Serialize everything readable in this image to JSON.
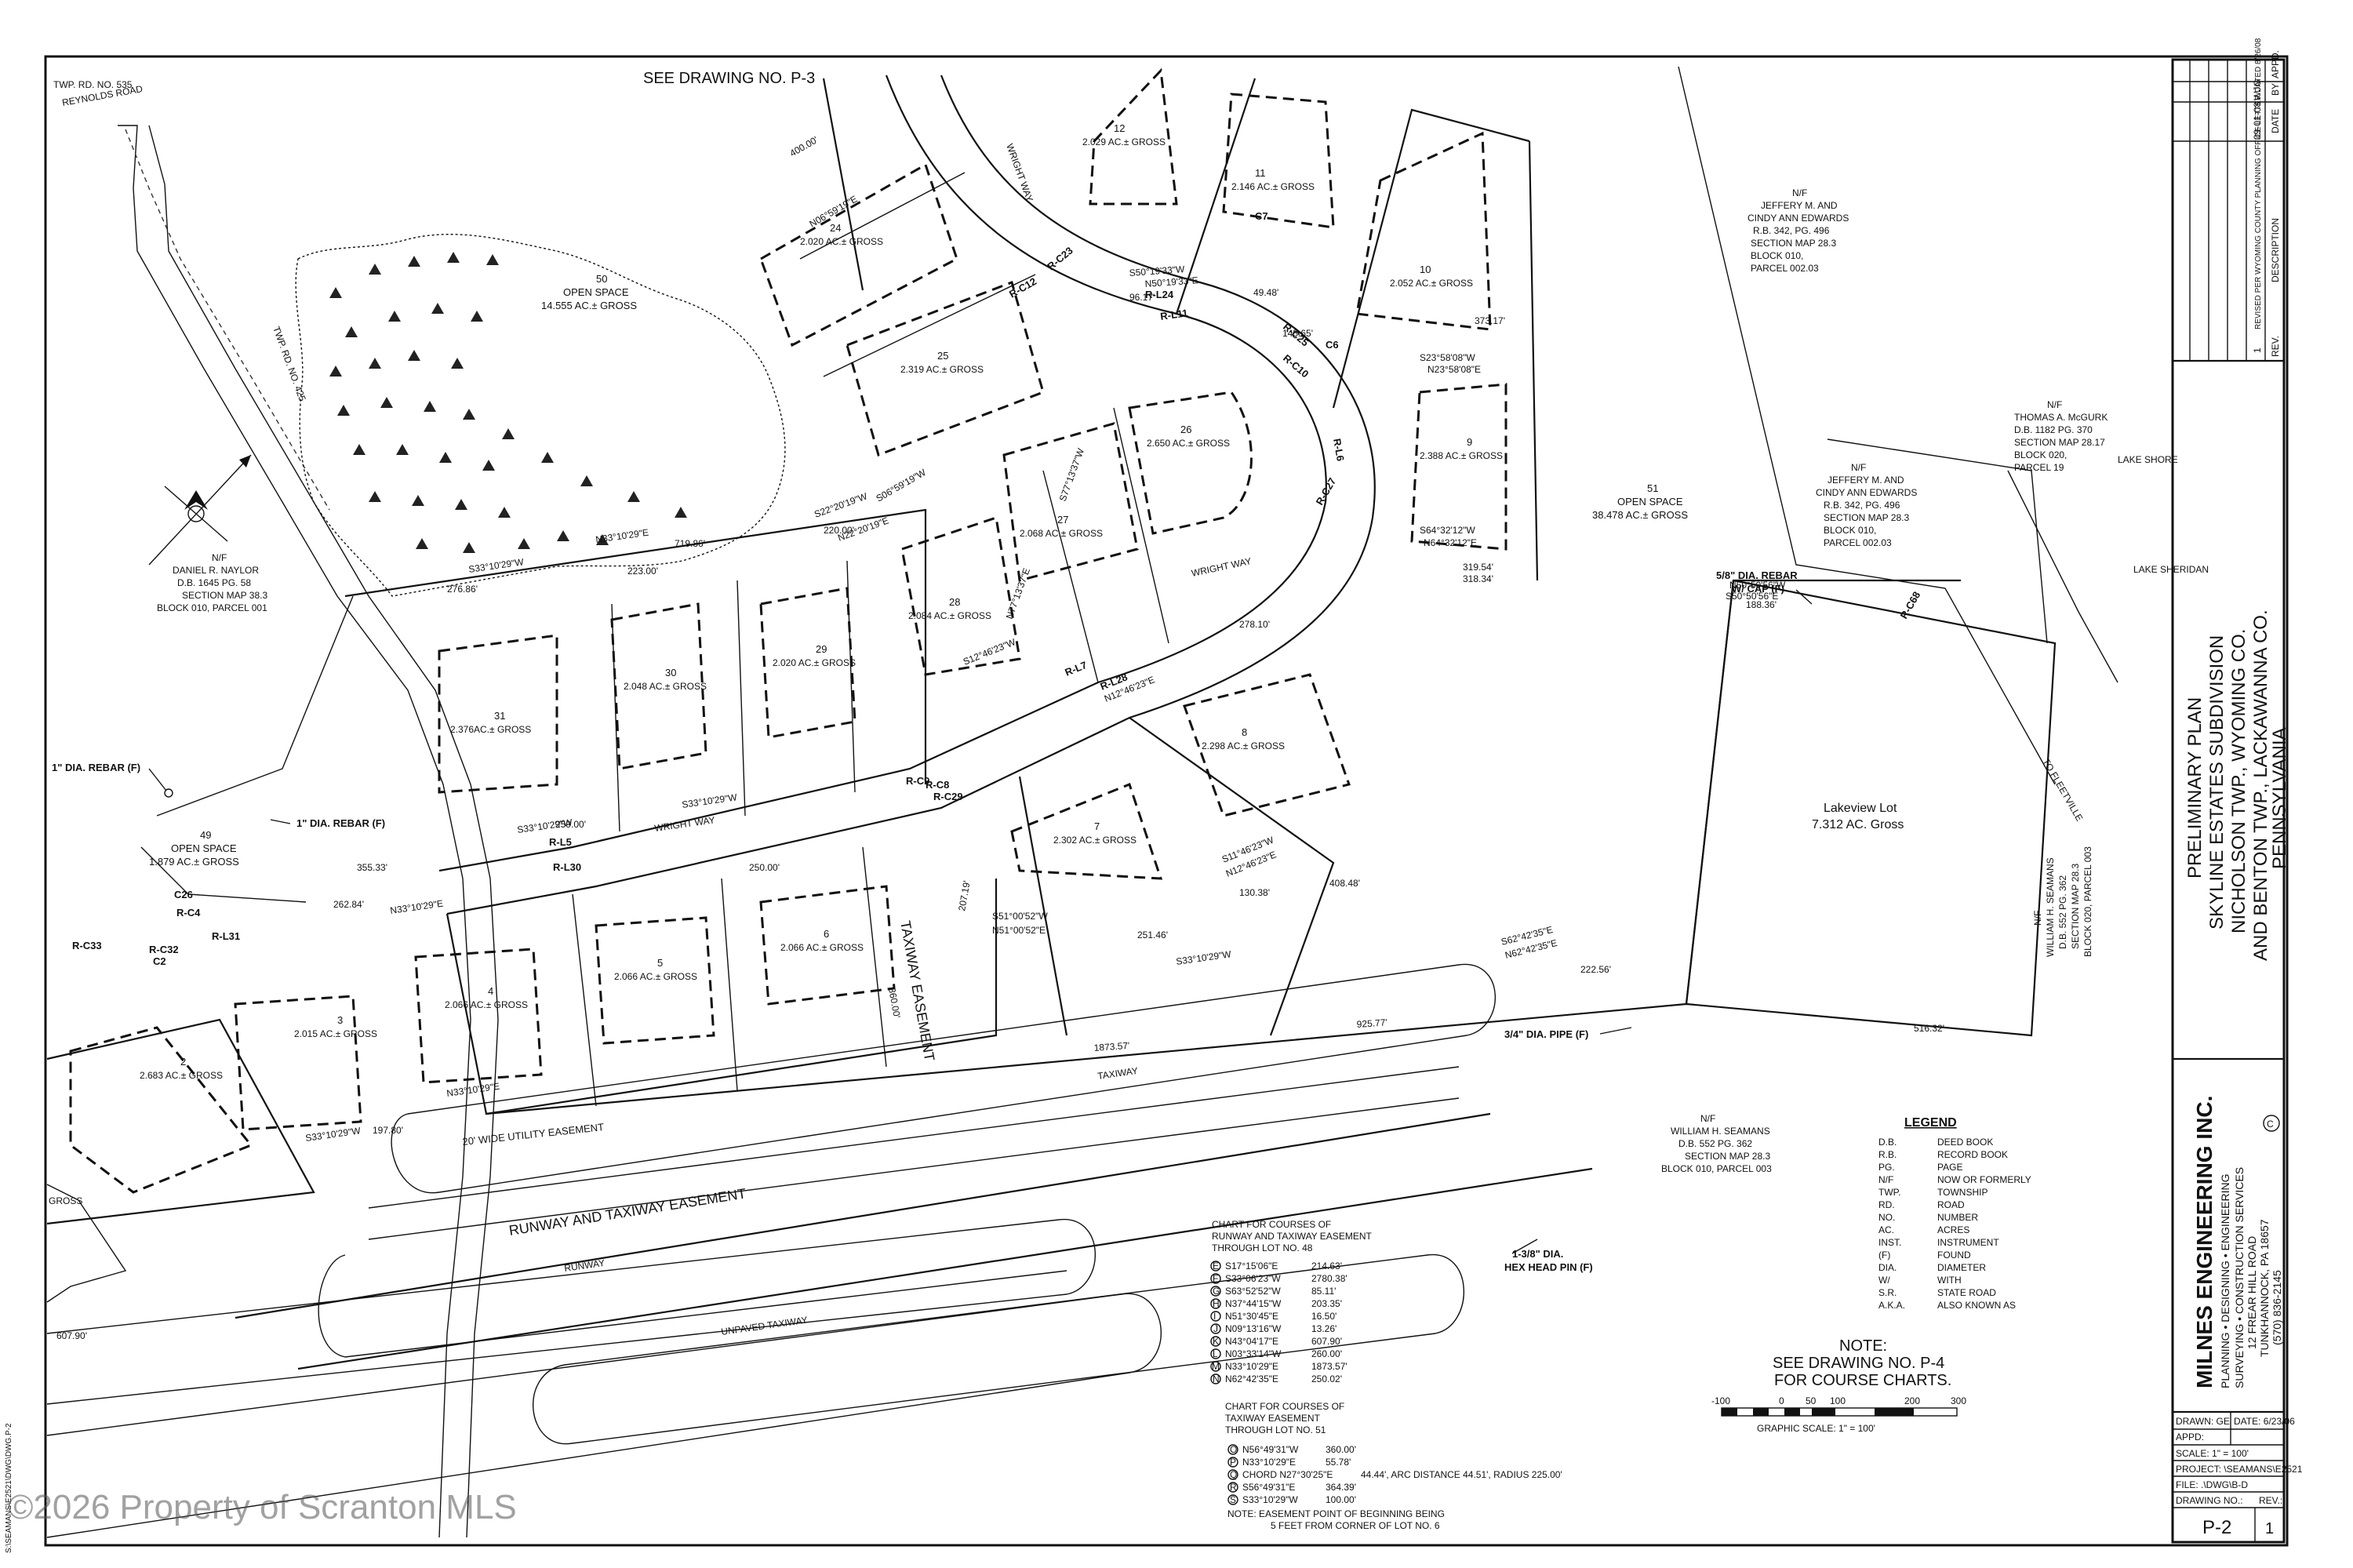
{
  "header": {
    "see_drawing_top": "SEE DRAWING NO. P-3",
    "note_title": "NOTE:",
    "note_line1": "SEE DRAWING NO. P-4",
    "note_line2": "FOR COURSE CHARTS."
  },
  "roads": {
    "twp_rd": "TWP. RD. NO. 535",
    "reynolds": "REYNOLDS ROAD",
    "twp_rd_425": "TWP. RD. NO. 425",
    "wright_way_1": "WRIGHT WAY",
    "wright_way_2": "WRIGHT WAY",
    "wright_way_3": "WRIGHT WAY",
    "lake_shore": "LAKE SHORE",
    "lake_sheridan": "LAKE SHERIDAN",
    "fleetville": "TO FLEETVILLE"
  },
  "lots": [
    {
      "name": "12",
      "area": "2.029 AC.± GROSS"
    },
    {
      "name": "11",
      "area": "2.146 AC.± GROSS"
    },
    {
      "name": "10",
      "area": "2.052 AC.± GROSS"
    },
    {
      "name": "9",
      "area": "2.388 AC.± GROSS"
    },
    {
      "name": "24",
      "area": "2.020 AC.± GROSS"
    },
    {
      "name": "25",
      "area": "2.319 AC.± GROSS"
    },
    {
      "name": "26",
      "area": "2.650 AC.± GROSS"
    },
    {
      "name": "27",
      "area": "2.068 AC.± GROSS"
    },
    {
      "name": "28",
      "area": "2.084 AC.± GROSS"
    },
    {
      "name": "29",
      "area": "2.020 AC.± GROSS"
    },
    {
      "name": "30",
      "area": "2.048 AC.± GROSS"
    },
    {
      "name": "31",
      "area": "2.376AC.± GROSS"
    },
    {
      "name": "8",
      "area": "2.298 AC.± GROSS"
    },
    {
      "name": "7",
      "area": "2.302 AC.± GROSS"
    },
    {
      "name": "6",
      "area": "2.066 AC.± GROSS"
    },
    {
      "name": "5",
      "area": "2.066 AC.± GROSS"
    },
    {
      "name": "4",
      "area": "2.066 AC.± GROSS"
    },
    {
      "name": "3",
      "area": "2.015 AC.± GROSS"
    },
    {
      "name": "2",
      "area": "2.683 AC.± GROSS"
    }
  ],
  "open_spaces": {
    "os50_num": "50",
    "os50_label": "OPEN SPACE",
    "os50_area": "14.555 AC.± GROSS",
    "os51_num": "51",
    "os51_label": "OPEN SPACE",
    "os51_area": "38.478 AC.± GROSS",
    "os49_num": "49",
    "os49_label": "OPEN SPACE",
    "os49_area": "1.879 AC.± GROSS",
    "lakeview_title": "Lakeview Lot",
    "lakeview_area": "7.312 AC. Gross",
    "gross_left": "GROSS"
  },
  "owners": {
    "naylor": [
      "N/F",
      "DANIEL R. NAYLOR",
      "D.B. 1645  PG. 58",
      "SECTION MAP 38.3",
      "BLOCK 010, PARCEL 001"
    ],
    "edwards_top": [
      "N/F",
      "JEFFERY M. AND",
      "CINDY ANN EDWARDS",
      "R.B. 342, PG. 496",
      "SECTION MAP 28.3",
      "BLOCK 010,",
      "PARCEL 002.03"
    ],
    "edwards_mid": [
      "N/F",
      "JEFFERY M. AND",
      "CINDY ANN EDWARDS",
      "R.B. 342, PG. 496",
      "SECTION MAP 28.3",
      "BLOCK 010,",
      "PARCEL 002.03"
    ],
    "mcgurk": [
      "N/F",
      "THOMAS A. McGURK",
      "D.B. 1182  PG. 370",
      "SECTION MAP 28.17",
      "BLOCK 020,",
      "PARCEL 19"
    ],
    "seamans_bottom": [
      "N/F",
      "WILLIAM H. SEAMANS",
      "D.B. 552  PG. 362",
      "SECTION MAP 28.3",
      "BLOCK 010, PARCEL 003"
    ],
    "seamans_right": [
      "N/F",
      "WILLIAM H. SEAMANS",
      "D.B. 552  PG. 362",
      "SECTION MAP 28.3",
      "BLOCK 020, PARCEL 003"
    ]
  },
  "markers": {
    "rebar_left": "1\" DIA. REBAR (F)",
    "rebar_left2": "1\" DIA. REBAR (F)",
    "rebar_cap": "5/8\" DIA. REBAR",
    "rebar_cap2": "W/ CAP (F)",
    "pipe": "3/4\" DIA. PIPE (F)",
    "hexpin": "1-3/8\" DIA.",
    "hexpin2": "HEX HEAD PIN (F)"
  },
  "easements": {
    "taxiway": "TAXIWAY EASEMENT",
    "runway": "RUNWAY AND TAXIWAY EASEMENT",
    "utility": "20' WIDE UTILITY EASEMENT",
    "taxiway_strip": "TAXIWAY",
    "runway_strip": "RUNWAY",
    "unpaved": "UNPAVED TAXIWAY"
  },
  "bearings": [
    "S33°10'29\"W",
    "N33°10'29\"E",
    "S33°10'29\"W",
    "S33°10'29\"W",
    "N33°10'29\"E",
    "S33°10'29\"W",
    "S12°46'23\"W",
    "N12°46'23\"E",
    "S50°50'56\"E",
    "N50°50'56\"W",
    "S62°42'35\"E",
    "N62°42'35\"E",
    "S50°19'33\"W",
    "N50°19'33\"E",
    "S23°58'08\"W",
    "N23°58'08\"E",
    "S64°32'12\"W",
    "N64°32'12\"E",
    "N06°59'19\"E",
    "S06°59'19\"W",
    "N77°13'37\"E",
    "S77°13'37\"W",
    "S22°20'19\"W",
    "N22°20'19\"E",
    "S51°00'52\"W",
    "N51°00'52\"E",
    "S11°46'23\"W",
    "N12°46'23\"E",
    "S33°10'29\"W",
    "N33°10'29\"E"
  ],
  "distances": [
    "400.00'",
    "220.00'",
    "250.00'",
    "360.00'",
    "223.00'",
    "259.00'",
    "355.33'",
    "262.84'",
    "925.77'",
    "1873.57'",
    "188.36'",
    "516.32'",
    "222.56'",
    "373.17'",
    "319.54'",
    "318.34'",
    "278.10'",
    "408.48'",
    "251.46'",
    "130.38'",
    "207.19'",
    "197.80'",
    "607.90'",
    "719.86'",
    "276.86'",
    "145.65'",
    "96.17'",
    "49.48'"
  ],
  "curves": [
    "R-C23",
    "R-L11",
    "R-C12",
    "R-L24",
    "R-C10",
    "R-C25",
    "R-C8",
    "R-C27",
    "R-L6",
    "R-L7",
    "R-L28",
    "R-C9",
    "R-C29",
    "R-L5",
    "R-L30",
    "R-C4",
    "R-C32",
    "R-C33",
    "R-L31",
    "R-C68",
    "C26",
    "C2",
    "C7",
    "C6"
  ],
  "chart1": {
    "title": [
      "CHART FOR COURSES OF",
      "RUNWAY AND TAXIWAY EASEMENT",
      "THROUGH LOT NO. 48"
    ],
    "rows": [
      {
        "k": "E",
        "v": "S17°15'06\"E",
        "d": "214.63'"
      },
      {
        "k": "F",
        "v": "S33°06'23\"W",
        "d": "2780.38'"
      },
      {
        "k": "G",
        "v": "S63°52'52\"W",
        "d": "85.11'"
      },
      {
        "k": "H",
        "v": "N37°44'15\"W",
        "d": "203.35'"
      },
      {
        "k": "I",
        "v": "N51°30'45\"E",
        "d": "16.50'"
      },
      {
        "k": "J",
        "v": "N09°13'16\"W",
        "d": "13.26'"
      },
      {
        "k": "K",
        "v": "N43°04'17\"E",
        "d": "607.90'"
      },
      {
        "k": "L",
        "v": "N03°33'14\"W",
        "d": "260.00'"
      },
      {
        "k": "M",
        "v": "N33°10'29\"E",
        "d": "1873.57'"
      },
      {
        "k": "N",
        "v": "N62°42'35\"E",
        "d": "250.02'"
      }
    ]
  },
  "chart2": {
    "title": [
      "CHART FOR COURSES OF",
      "TAXIWAY EASEMENT",
      "THROUGH LOT NO. 51"
    ],
    "rows": [
      {
        "k": "O",
        "v": "N56°49'31\"W",
        "d": "360.00'"
      },
      {
        "k": "P",
        "v": "N33°10'29\"E",
        "d": "55.78'"
      },
      {
        "k": "Q",
        "v": "CHORD N27°30'25\"E",
        "d": "44.44', ARC DISTANCE 44.51', RADIUS 225.00'"
      },
      {
        "k": "R",
        "v": "S56°49'31\"E",
        "d": "364.39'"
      },
      {
        "k": "S",
        "v": "S33°10'29\"W",
        "d": "100.00'"
      }
    ],
    "note1": "NOTE:   EASEMENT POINT OF BEGINNING BEING",
    "note2": "5 FEET FROM CORNER OF LOT NO. 6"
  },
  "legend": {
    "title": "LEGEND",
    "rows": [
      [
        "D.B.",
        "DEED BOOK"
      ],
      [
        "R.B.",
        "RECORD BOOK"
      ],
      [
        "PG.",
        "PAGE"
      ],
      [
        "N/F",
        "NOW OR FORMERLY"
      ],
      [
        "TWP.",
        "TOWNSHIP"
      ],
      [
        "RD.",
        "ROAD"
      ],
      [
        "NO.",
        "NUMBER"
      ],
      [
        "AC.",
        "ACRES"
      ],
      [
        "INST.",
        "INSTRUMENT"
      ],
      [
        "(F)",
        "FOUND"
      ],
      [
        "DIA.",
        "DIAMETER"
      ],
      [
        "W/",
        "WITH"
      ],
      [
        "S.R.",
        "STATE ROAD"
      ],
      [
        "A.K.A.",
        "ALSO KNOWN AS"
      ]
    ]
  },
  "scale": {
    "ticks": [
      "-100",
      "0",
      "50",
      "100",
      "200",
      "300"
    ],
    "label": "GRAPHIC SCALE:  1\" = 100'"
  },
  "title_block": {
    "plan_title": [
      "PRELIMINARY PLAN",
      "SKYLINE ESTATES SUBDIVISION",
      "NICHOLSON TWP., WYOMING CO.",
      "AND BENTON TWP., LACKAWANNA CO.",
      "PENNSYLVANIA"
    ],
    "firm": "MILNES ENGINEERING INC.",
    "firm_sub": [
      "PLANNING • DESIGNING • ENGINEERING",
      "SURVEYING • CONSTRUCTION SERVICES",
      "12 FREAR HILL ROAD",
      "TUNKHANNOCK, PA 18657",
      "(570) 836-2145"
    ],
    "rev_desc": "REVISED PER WYOMING COUNTY PLANNING OFFICE LETTER DATED 8/26/08",
    "rev_by": "WJG",
    "rev_date": "09-01-08",
    "rev_num": "1",
    "rev_headers": [
      "REV.",
      "DESCRIPTION",
      "BY",
      "DATE",
      "APPD."
    ],
    "drawn": "DRAWN: GE",
    "date": "DATE: 6/23/06",
    "appd": "APPD:",
    "scale": "SCALE: 1\" = 100'",
    "project": "PROJECT: \\SEAMANS\\E2521",
    "file": "FILE: .\\DWG\\B-D",
    "drawing_no_label": "DRAWING NO.:",
    "rev_label": "REV.:",
    "drawing_no": "P-2",
    "rev": "1"
  },
  "side_text": "S:\\SEAMANS\\E2521\\DWG\\DWG.P-2",
  "watermark": "©2026 Property of Scranton MLS"
}
